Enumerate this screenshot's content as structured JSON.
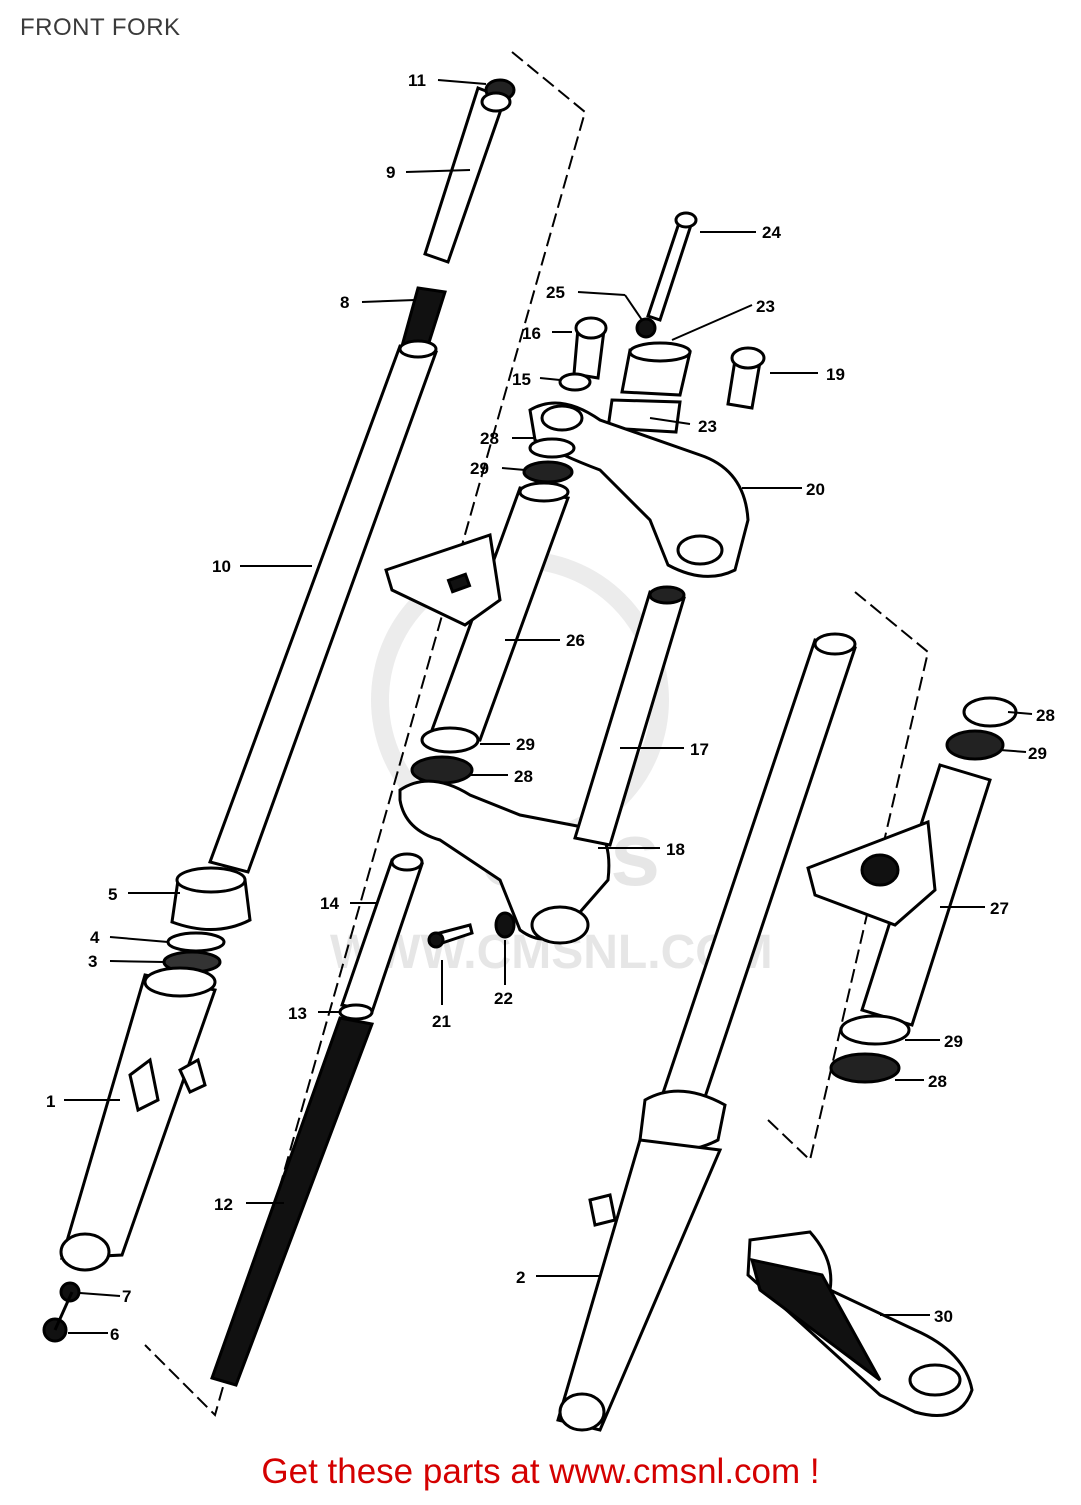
{
  "title": "FRONT FORK",
  "footer": "Get these parts at www.cmsnl.com !",
  "watermark": {
    "brand": "cms",
    "url": "WWW.CMSNL.COM"
  },
  "callouts": {
    "c11": "11",
    "c9": "9",
    "c8": "8",
    "c10": "10",
    "c5": "5",
    "c4": "4",
    "c3": "3",
    "c1": "1",
    "c7": "7",
    "c6": "6",
    "c24": "24",
    "c25": "25",
    "c23a": "23",
    "c16": "16",
    "c19": "19",
    "c15": "15",
    "c23b": "23",
    "c28a": "28",
    "c29a": "29",
    "c20": "20",
    "c26": "26",
    "c29b": "29",
    "c28b": "28",
    "c17": "17",
    "c18": "18",
    "c14": "14",
    "c13": "13",
    "c21": "21",
    "c22": "22",
    "c12": "12",
    "c28c": "28",
    "c29c": "29",
    "c27": "27",
    "c29d": "29",
    "c28d": "28",
    "c2": "2",
    "c30": "30"
  }
}
